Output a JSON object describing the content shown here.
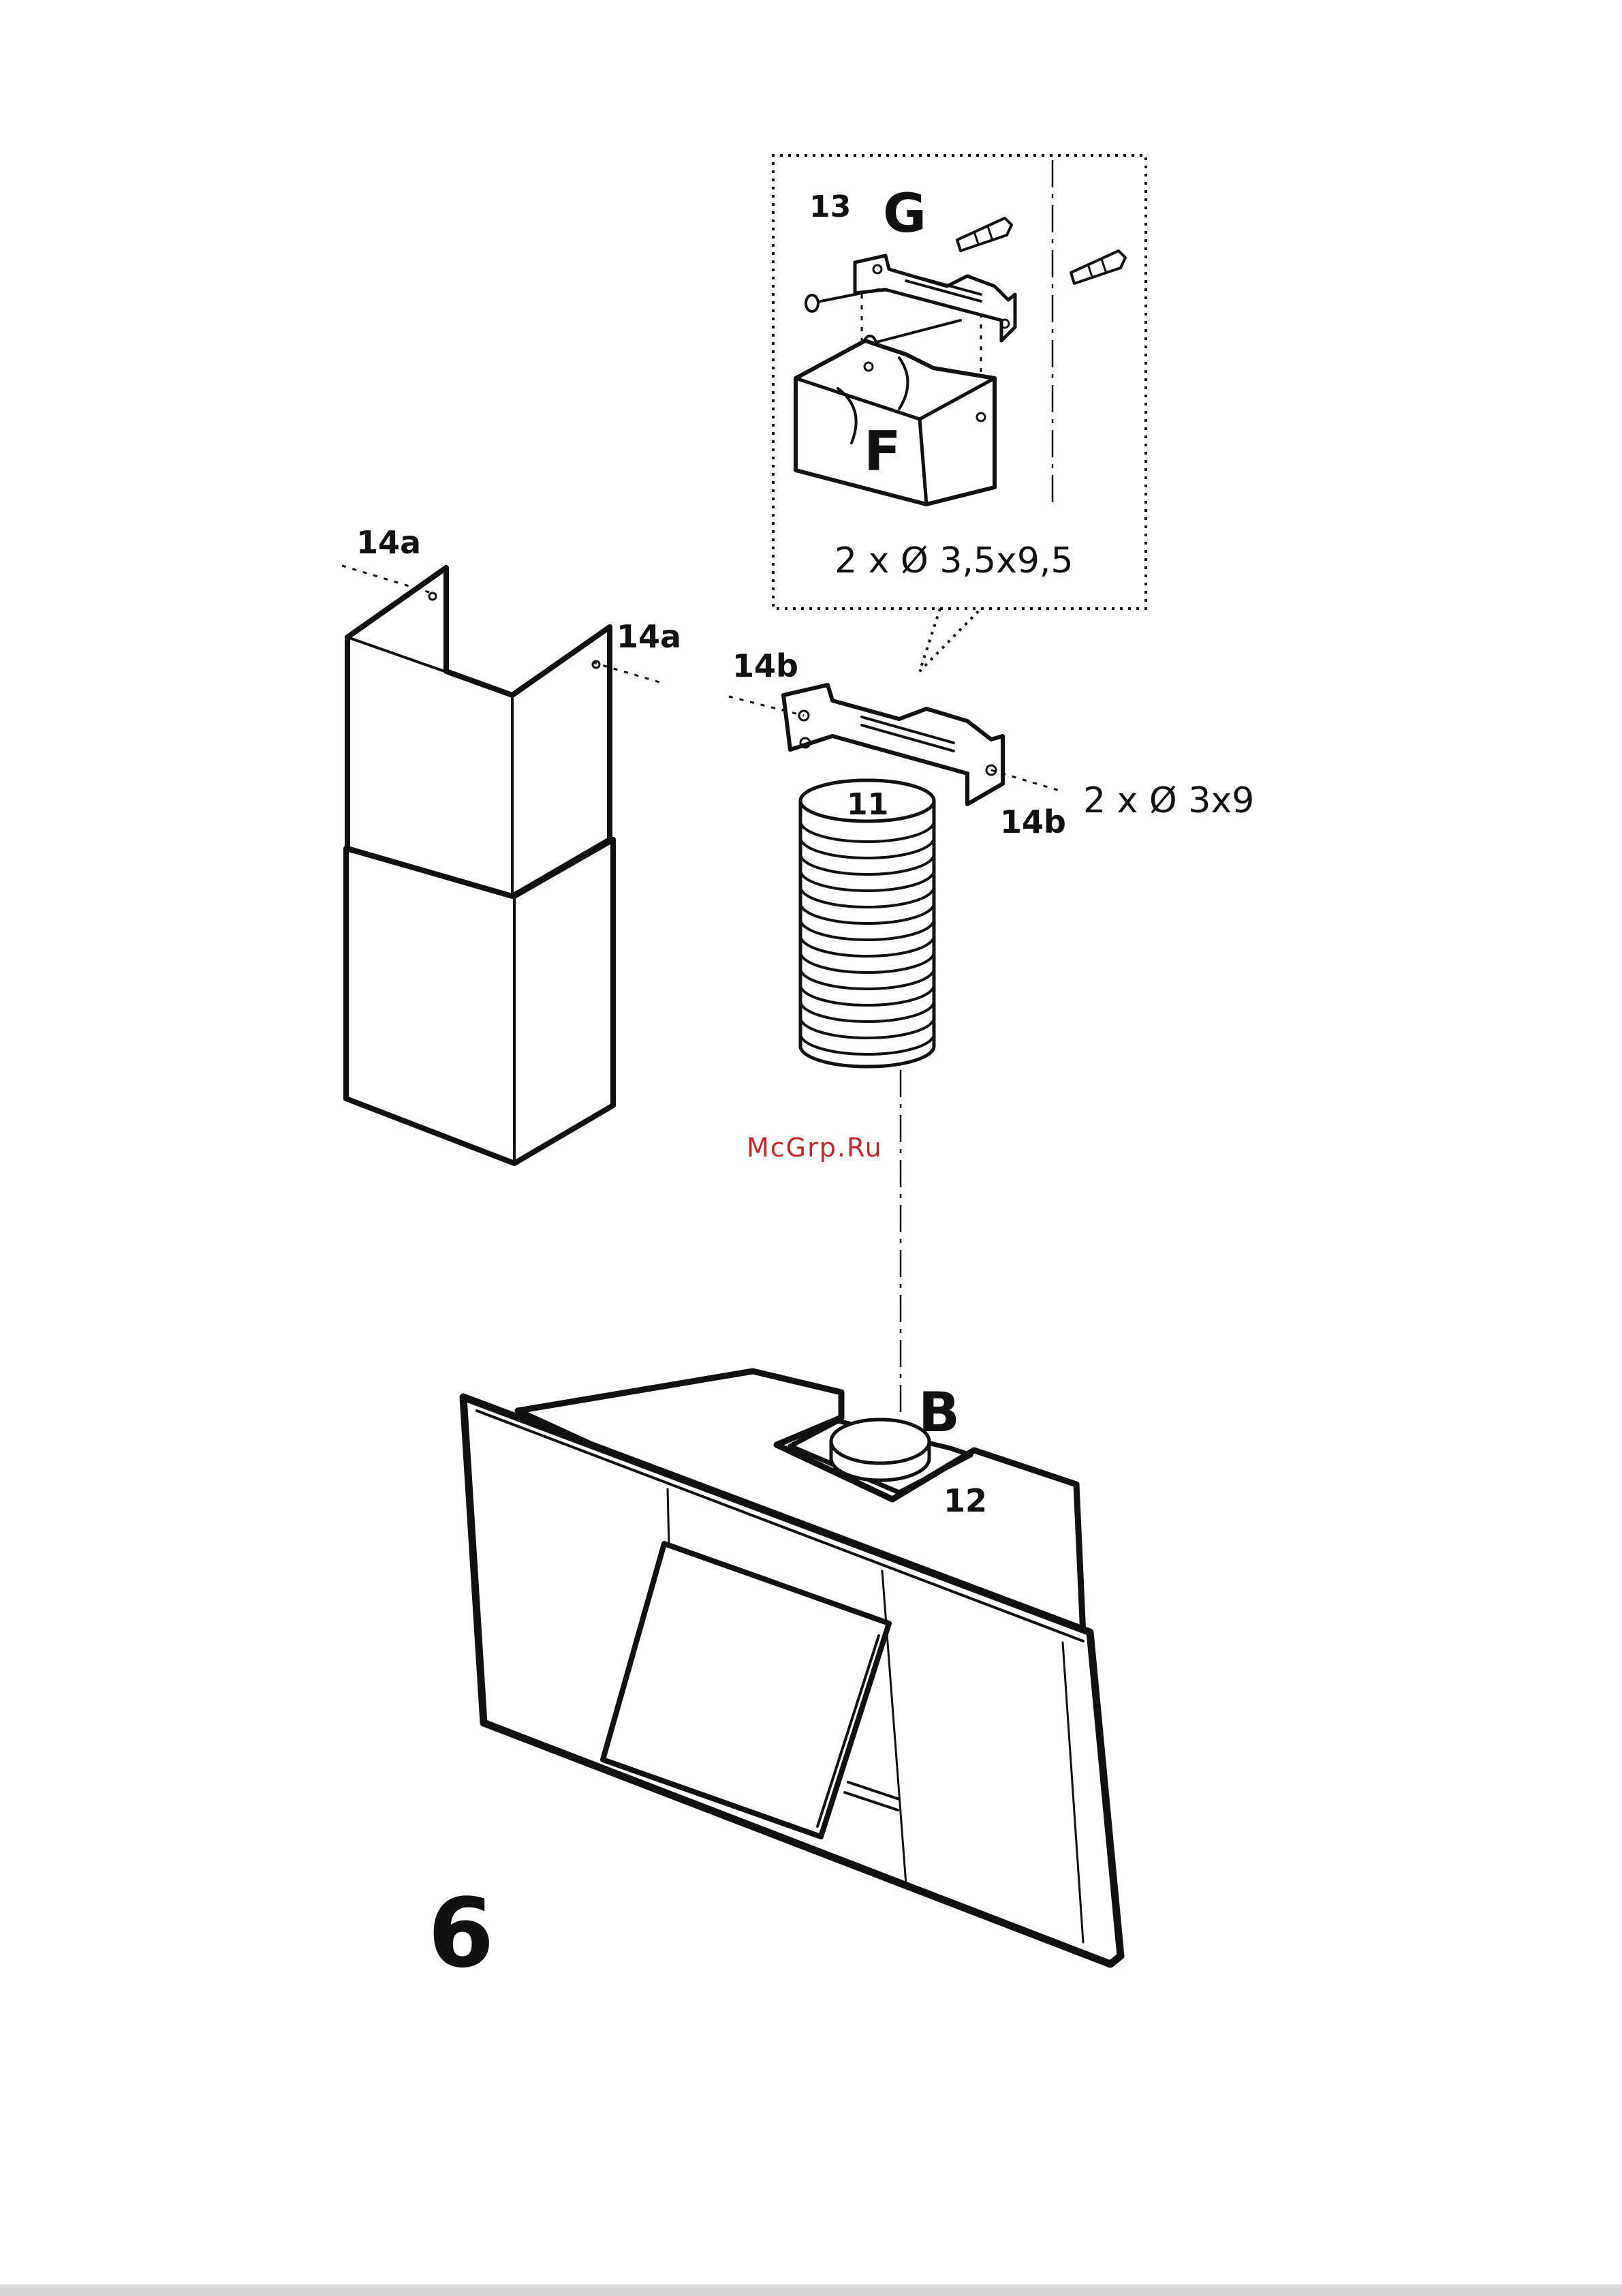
{
  "labels": {
    "part_13": "13",
    "part_G": "G",
    "part_F": "F",
    "screw_spec_top": "2 x Ø 3,5x9,5",
    "part_14a_left": "14a",
    "part_14a_right": "14a",
    "part_14b_left": "14b",
    "part_14b_right": "14b",
    "screw_spec_bracket": "2 x Ø 3x9",
    "part_11": "11",
    "part_B": "B",
    "part_12": "12",
    "step_number": "6"
  },
  "watermark": "McGrp.Ru",
  "colors": {
    "line": "#111111",
    "watermark": "#c0282d",
    "footer": "#d8d8d8"
  }
}
